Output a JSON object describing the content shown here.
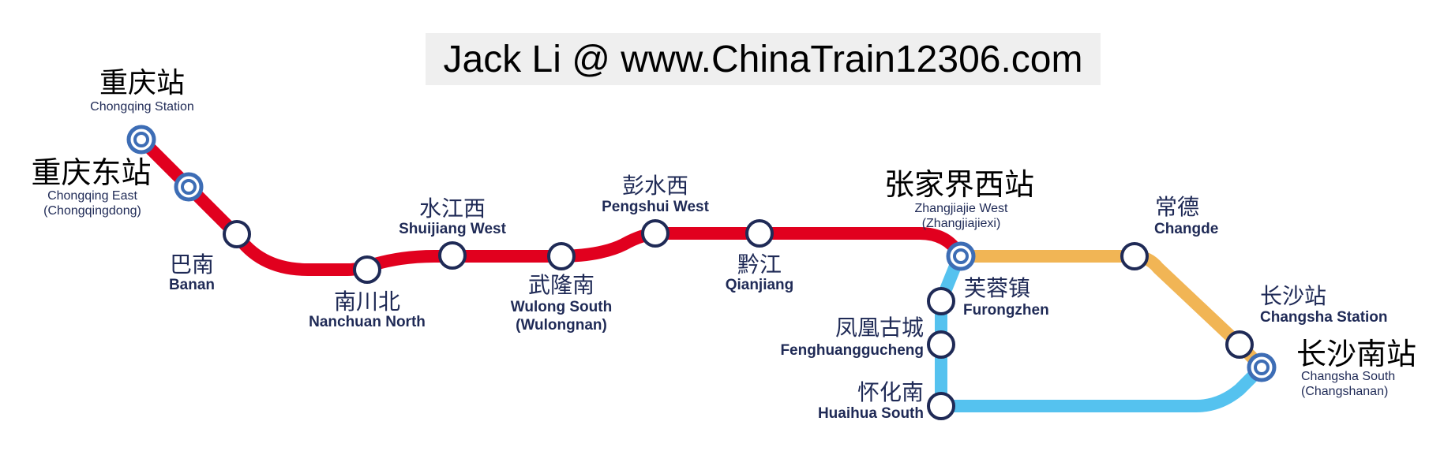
{
  "credit": "Jack Li @ www.ChinaTrain12306.com",
  "colors": {
    "red_line": "#e1001e",
    "orange_line": "#f1b555",
    "blue_line": "#55c2ef",
    "station_stroke": "#1f2a56",
    "major_station_stroke": "#3d6db5",
    "text_navy": "#1f2a56"
  },
  "stations": {
    "chongqing": {
      "cn": "重庆站",
      "en": "Chongqing Station"
    },
    "chongqing_east": {
      "cn": "重庆东站",
      "en": "Chongqing East",
      "en2": "(Chongqingdong)"
    },
    "banan": {
      "cn": "巴南",
      "en": "Banan"
    },
    "nanchuan_north": {
      "cn": "南川北",
      "en": "Nanchuan North"
    },
    "shuijiang_west": {
      "cn": "水江西",
      "en": "Shuijiang West"
    },
    "wulong_south": {
      "cn": "武隆南",
      "en": "Wulong South",
      "en2": "(Wulongnan)"
    },
    "pengshui_west": {
      "cn": "彭水西",
      "en": "Pengshui West"
    },
    "qianjiang": {
      "cn": "黔江",
      "en": "Qianjiang"
    },
    "zhangjiajie_west": {
      "cn": "张家界西站",
      "en": "Zhangjiajie West",
      "en2": "(Zhangjiajiexi)"
    },
    "changde": {
      "cn": "常德",
      "en": "Changde"
    },
    "changsha_station": {
      "cn": "长沙站",
      "en": "Changsha Station"
    },
    "changsha_south": {
      "cn": "长沙南站",
      "en": "Changsha South",
      "en2": "(Changshanan)"
    },
    "furongzhen": {
      "cn": "芙蓉镇",
      "en": "Furongzhen"
    },
    "fenghuanggucheng": {
      "cn": "凤凰古城",
      "en": "Fenghuanggucheng"
    },
    "huaihua_south": {
      "cn": "怀化南",
      "en": "Huaihua South"
    }
  }
}
